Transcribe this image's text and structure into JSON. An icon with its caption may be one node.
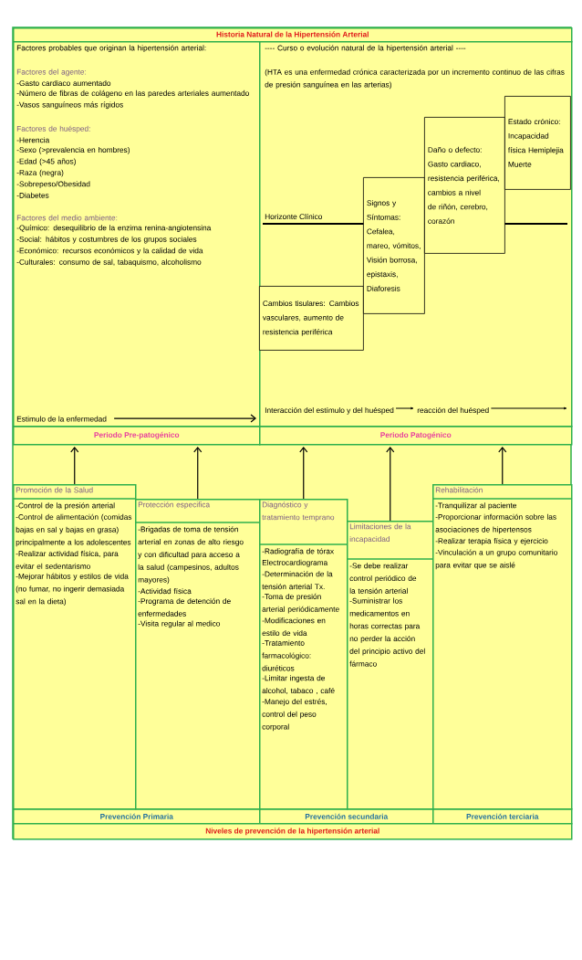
{
  "diagram": {
    "nodes": [
      {
        "text": [
          "Historia Natural de la Hipertensión Arterial"
        ]
      },
      {
        "text": [
          "Factores probables que originan la hipertensión arterial:",
          "Factores del agente:",
          "-Gasto cardiaco aumentado",
          "-Número de fibras de colágeno en las paredes arteriales aumentado",
          "-Vasos sanguíneos más rígidos",
          "Factores de huésped:",
          "-Herencia",
          "-Sexo (>prevalencia en hombres)",
          "-Edad (>45 años)",
          "-Raza (negra)",
          "-Sobrepeso/Obesidad",
          "-Diabetes",
          "Factores del medio ambiente:",
          "-Químico: desequilibrio de la enzima renina-angiotensina",
          "-Social: hábitos y costumbres de los grupos sociales",
          "-Económico: recursos económicos y la calidad de vida",
          "-Culturales: consumo de sal, tabaquismo, alcoholismo"
        ]
      },
      {
        "text": [
          "---- Curso o evolución natural de la hipertensión arterial ----",
          "(HTA es una enfermedad crónica caracterizada por un incremento continuo de las cifras de presión sanguínea en las arterias)",
          "Horizonte Clínico",
          "Interacción del estímulo y del huésped",
          "reacción del huésped"
        ]
      },
      {
        "text": [
          "Cambios tisulares: Cambios vasculares, aumento de resistencia periférica"
        ],
        "in": 2
      },
      {
        "text": [
          "Signos y Síntomas: Cefalea, mareo, vómitos, Visión borrosa, epistaxis, Diaforesis"
        ],
        "in": 2
      },
      {
        "text": [
          "Daño o defecto: Gasto cardiaco, resistencia periférica, cambios a nivel de riñón, cerebro, corazón"
        ],
        "in": 2
      },
      {
        "text": [
          "Estado crónico: Incapacidad física Hemiplejia Muerte"
        ],
        "in": 2
      },
      {
        "text": [
          "Periodo Pre-patogénico"
        ]
      },
      {
        "text": [
          "Periodo Patogénico"
        ]
      },
      {
        "text": [
          "Promoción de la Salud",
          "-Control de la presión arterial",
          "-Control de alimentación (comidas bajas en sal y bajas en grasa) principalmente a los adolescentes",
          "-Realizar actividad física, para evitar el sedentarismo",
          "-Mejorar hábitos y estilos de vida (no fumar, no ingerir demasiada sal en la dieta)"
        ]
      },
      {
        "text": [
          "Protección especifica",
          "-Brigadas de toma de tensión arterial en zonas de alto riesgo y con dificultad para acceso a la salud (campesinos, adultos mayores)",
          "-Actividad física",
          "-Programa de detención de enfermedades",
          "-Visita regular al medico"
        ]
      },
      {
        "text": [
          "Diagnóstico y tratamiento temprano",
          "-Radiografía de tórax",
          "Electrocardiograma",
          "-Determinación de la tensión arterial Tx.",
          "-Toma de presión arterial periódicamente",
          "-Modificaciones en estilo de vida",
          "-Tratamiento farmacológico: diuréticos",
          "-Limitar ingesta de alcohol, tabaco , café",
          "-Manejo del estrés, control del peso corporal"
        ]
      },
      {
        "text": [
          "Limitaciones de la incapacidad",
          "-Se debe realizar control periódico de la tensión arterial",
          "-Suministrar los medicamentos en horas correctas para no perder la acción del principio activo del fármaco"
        ]
      },
      {
        "text": [
          "Rehabilitación",
          "-Tranquilizar al paciente",
          "-Proporcionar información sobre las asociaciones de hipertensos",
          "-Realizar terapia física y ejercicio",
          "-Vinculación a un grupo comunitario para evitar que se aislé"
        ]
      },
      {
        "text": [
          "Prevención Primaria"
        ]
      },
      {
        "text": [
          "Prevención secundaria"
        ]
      },
      {
        "text": [
          "Prevención terciaria"
        ]
      },
      {
        "text": [
          "Niveles de prevención de la hipertensión arterial"
        ]
      },
      {
        "text": [
          "Estimulo de la enfermedad"
        ],
        "in": 1
      }
    ],
    "edges": [
      {
        "from": 9,
        "to": 7,
        "arrow": "to"
      },
      {
        "from": 10,
        "to": 7,
        "arrow": "to"
      },
      {
        "from": 11,
        "to": 8,
        "arrow": "to"
      },
      {
        "from": 12,
        "to": 8,
        "arrow": "to"
      },
      {
        "from": 13,
        "to": 8,
        "arrow": "to"
      },
      {
        "from": 18,
        "to": 2,
        "arrow": "to"
      }
    ]
  }
}
